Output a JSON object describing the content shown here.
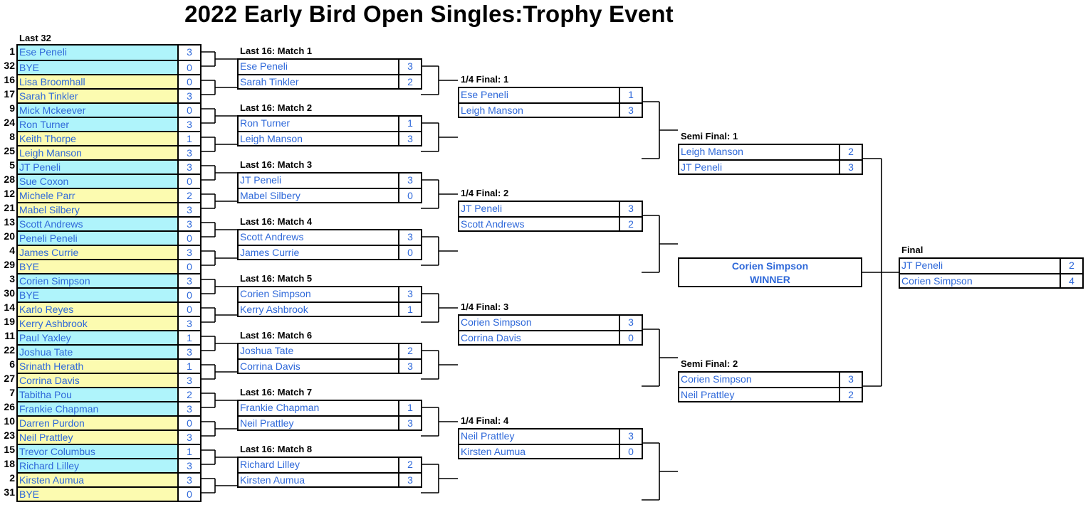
{
  "title": "2022 Early Bird Open Singles:Trophy Event",
  "labels": {
    "last32": "Last 32",
    "r16": [
      "Last 16: Match 1",
      "Last 16: Match 2",
      "Last 16: Match 3",
      "Last 16: Match 4",
      "Last 16: Match 5",
      "Last 16: Match 6",
      "Last 16: Match 7",
      "Last 16: Match 8"
    ],
    "qf": [
      "1/4 Final: 1",
      "1/4 Final: 2",
      "1/4 Final: 3",
      "1/4 Final: 4"
    ],
    "sf": [
      "Semi Final: 1",
      "Semi Final: 2"
    ],
    "final": "Final"
  },
  "colors": {
    "name_text": "#2e68d9",
    "cyan_fill": "#aff4fb",
    "yellow_fill": "#fcfbb0",
    "border": "#000000"
  },
  "last32": [
    {
      "seed": "1",
      "name": "Ese Peneli",
      "score": "3"
    },
    {
      "seed": "32",
      "name": "BYE",
      "score": "0"
    },
    {
      "seed": "16",
      "name": "Lisa Broomhall",
      "score": "0"
    },
    {
      "seed": "17",
      "name": "Sarah Tinkler",
      "score": "3"
    },
    {
      "seed": "9",
      "name": "Mick Mckeever",
      "score": "0"
    },
    {
      "seed": "24",
      "name": "Ron Turner",
      "score": "3"
    },
    {
      "seed": "8",
      "name": "Keith Thorpe",
      "score": "1"
    },
    {
      "seed": "25",
      "name": "Leigh Manson",
      "score": "3"
    },
    {
      "seed": "5",
      "name": "JT Peneli",
      "score": "3"
    },
    {
      "seed": "28",
      "name": "Sue Coxon",
      "score": "0"
    },
    {
      "seed": "12",
      "name": "Michele Parr",
      "score": "2"
    },
    {
      "seed": "21",
      "name": "Mabel Silbery",
      "score": "3"
    },
    {
      "seed": "13",
      "name": "Scott Andrews",
      "score": "3"
    },
    {
      "seed": "20",
      "name": "Peneli Peneli",
      "score": "0"
    },
    {
      "seed": "4",
      "name": "James Currie",
      "score": "3"
    },
    {
      "seed": "29",
      "name": "BYE",
      "score": "0"
    },
    {
      "seed": "3",
      "name": "Corien Simpson",
      "score": "3"
    },
    {
      "seed": "30",
      "name": "BYE",
      "score": "0"
    },
    {
      "seed": "14",
      "name": "Karlo Reyes",
      "score": "0"
    },
    {
      "seed": "19",
      "name": "Kerry Ashbrook",
      "score": "3"
    },
    {
      "seed": "11",
      "name": "Paul Yaxley",
      "score": "1"
    },
    {
      "seed": "22",
      "name": "Joshua Tate",
      "score": "3"
    },
    {
      "seed": "6",
      "name": "Srinath Herath",
      "score": "1"
    },
    {
      "seed": "27",
      "name": "Corrina Davis",
      "score": "3"
    },
    {
      "seed": "7",
      "name": "Tabitha Pou",
      "score": "2"
    },
    {
      "seed": "26",
      "name": "Frankie Chapman",
      "score": "3"
    },
    {
      "seed": "10",
      "name": "Darren Purdon",
      "score": "0"
    },
    {
      "seed": "23",
      "name": "Neil Prattley",
      "score": "3"
    },
    {
      "seed": "15",
      "name": "Trevor Columbus",
      "score": "1"
    },
    {
      "seed": "18",
      "name": "Richard Lilley",
      "score": "3"
    },
    {
      "seed": "2",
      "name": "Kirsten Aumua",
      "score": "3"
    },
    {
      "seed": "31",
      "name": "BYE",
      "score": "0"
    }
  ],
  "r16": [
    [
      {
        "name": "Ese Peneli",
        "score": "3"
      },
      {
        "name": "Sarah Tinkler",
        "score": "2"
      }
    ],
    [
      {
        "name": "Ron Turner",
        "score": "1"
      },
      {
        "name": "Leigh Manson",
        "score": "3"
      }
    ],
    [
      {
        "name": "JT Peneli",
        "score": "3"
      },
      {
        "name": "Mabel Silbery",
        "score": "0"
      }
    ],
    [
      {
        "name": "Scott Andrews",
        "score": "3"
      },
      {
        "name": "James Currie",
        "score": "0"
      }
    ],
    [
      {
        "name": "Corien Simpson",
        "score": "3"
      },
      {
        "name": "Kerry Ashbrook",
        "score": "1"
      }
    ],
    [
      {
        "name": "Joshua Tate",
        "score": "2"
      },
      {
        "name": "Corrina Davis",
        "score": "3"
      }
    ],
    [
      {
        "name": "Frankie Chapman",
        "score": "1"
      },
      {
        "name": "Neil Prattley",
        "score": "3"
      }
    ],
    [
      {
        "name": "Richard Lilley",
        "score": "2"
      },
      {
        "name": "Kirsten Aumua",
        "score": "3"
      }
    ]
  ],
  "qf": [
    [
      {
        "name": "Ese Peneli",
        "score": "1"
      },
      {
        "name": "Leigh Manson",
        "score": "3"
      }
    ],
    [
      {
        "name": "JT Peneli",
        "score": "3"
      },
      {
        "name": "Scott Andrews",
        "score": "2"
      }
    ],
    [
      {
        "name": "Corien Simpson",
        "score": "3"
      },
      {
        "name": "Corrina Davis",
        "score": "0"
      }
    ],
    [
      {
        "name": "Neil Prattley",
        "score": "3"
      },
      {
        "name": "Kirsten Aumua",
        "score": "0"
      }
    ]
  ],
  "sf": [
    [
      {
        "name": "Leigh Manson",
        "score": "2"
      },
      {
        "name": "JT Peneli",
        "score": "3"
      }
    ],
    [
      {
        "name": "Corien Simpson",
        "score": "3"
      },
      {
        "name": "Neil Prattley",
        "score": "2"
      }
    ]
  ],
  "final": [
    {
      "name": "JT Peneli",
      "score": "2"
    },
    {
      "name": "Corien Simpson",
      "score": "4"
    }
  ],
  "winner": {
    "name": "Corien Simpson",
    "label": "WINNER"
  }
}
